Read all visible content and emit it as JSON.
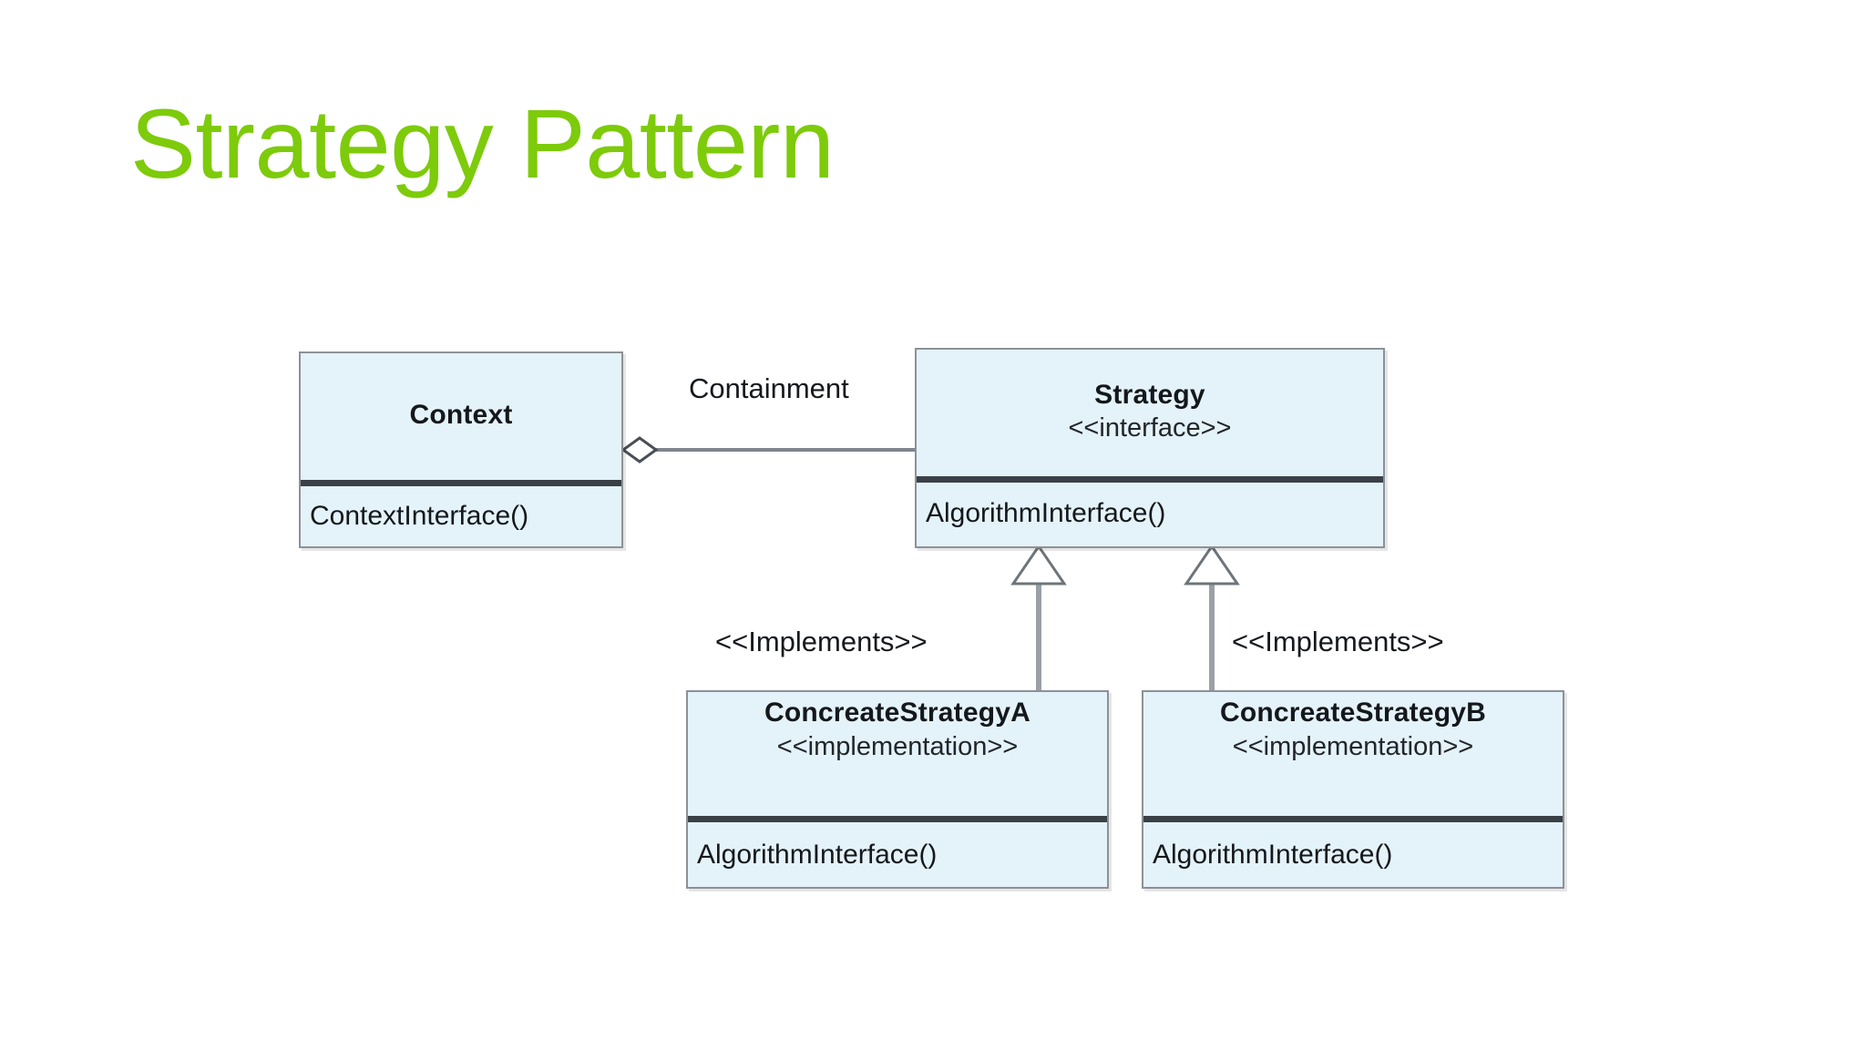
{
  "slide": {
    "title": "Strategy Pattern",
    "title_color": "#7dcb0b",
    "background_color": "#ffffff"
  },
  "diagram": {
    "type": "uml-class-diagram",
    "box_fill_color": "#e4f2fa",
    "box_border_color": "#8d9197",
    "divider_color": "#3a4047",
    "connector_color": "#7f858b",
    "classes": [
      {
        "id": "context",
        "name": "Context",
        "stereotype": "",
        "members": [
          "ContextInterface()"
        ]
      },
      {
        "id": "strategy",
        "name": "Strategy",
        "stereotype": "<<interface>>",
        "members": [
          "AlgorithmInterface()"
        ]
      },
      {
        "id": "concrete-a",
        "name": "ConcreateStrategyA",
        "stereotype": "<<implementation>>",
        "members": [
          "AlgorithmInterface()"
        ]
      },
      {
        "id": "concrete-b",
        "name": "ConcreateStrategyB",
        "stereotype": "<<implementation>>",
        "members": [
          "AlgorithmInterface()"
        ]
      }
    ],
    "relationships": [
      {
        "id": "containment",
        "label": "Containment",
        "kind": "aggregation",
        "from": "Context",
        "to": "Strategy",
        "marker": "hollow-diamond"
      },
      {
        "id": "implements-a",
        "label": "<<Implements>>",
        "kind": "realization",
        "from": "ConcreateStrategyA",
        "to": "Strategy",
        "marker": "hollow-triangle"
      },
      {
        "id": "implements-b",
        "label": "<<Implements>>",
        "kind": "realization",
        "from": "ConcreateStrategyB",
        "to": "Strategy",
        "marker": "hollow-triangle"
      }
    ]
  }
}
